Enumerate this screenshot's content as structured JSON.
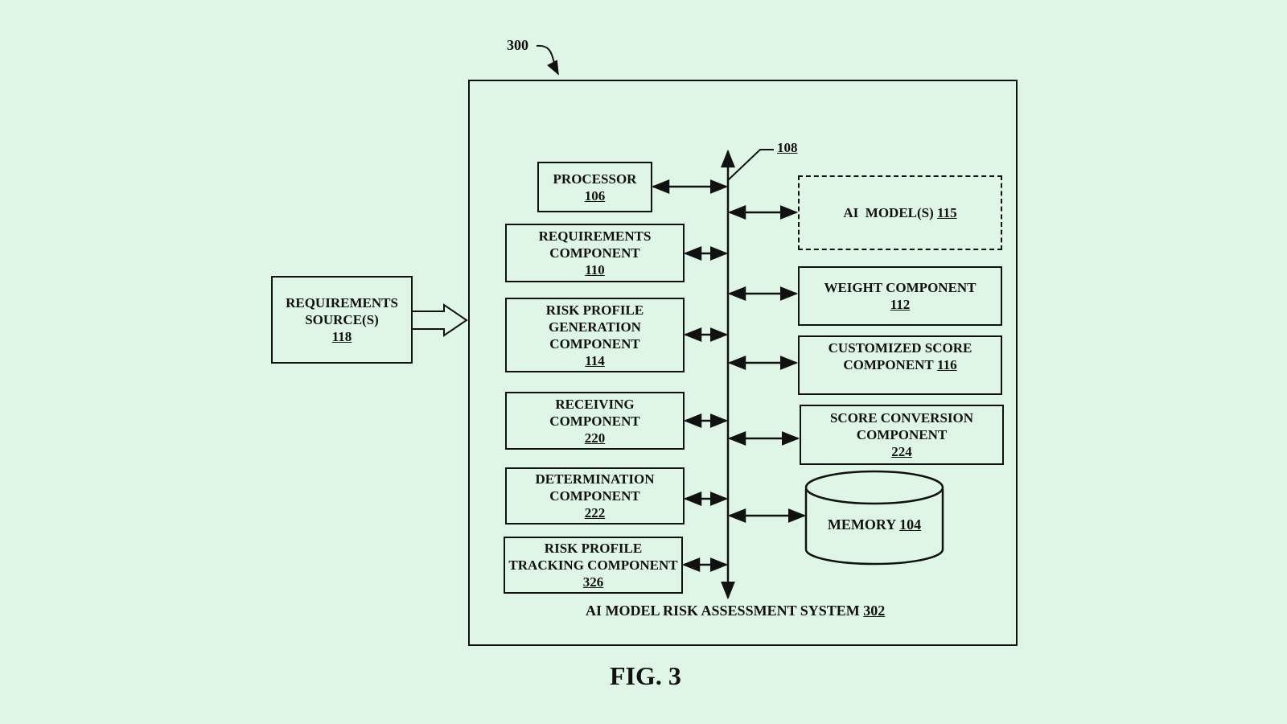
{
  "figure": {
    "number_ref": "300",
    "caption": "FIG. 3",
    "bus_ref": "108"
  },
  "system": {
    "label": "AI MODEL RISK ASSESSMENT SYSTEM",
    "ref": "302"
  },
  "external": {
    "line1": "REQUIREMENTS",
    "line2": "SOURCE(S)",
    "ref": "118"
  },
  "left_components": [
    {
      "line1": "PROCESSOR",
      "line2": "",
      "line3": "",
      "ref": "106"
    },
    {
      "line1": "REQUIREMENTS",
      "line2": "COMPONENT",
      "line3": "",
      "ref": "110"
    },
    {
      "line1": "RISK PROFILE",
      "line2": "GENERATION",
      "line3": "COMPONENT",
      "ref": "114"
    },
    {
      "line1": "RECEIVING",
      "line2": "COMPONENT",
      "line3": "",
      "ref": "220"
    },
    {
      "line1": "DETERMINATION",
      "line2": "COMPONENT",
      "line3": "",
      "ref": "222"
    },
    {
      "line1": "RISK PROFILE",
      "line2": "TRACKING COMPONENT",
      "line3": "",
      "ref": "326"
    }
  ],
  "right_components": [
    {
      "line1": "AI  MODEL(S)",
      "line2": "",
      "ref": "115"
    },
    {
      "line1": "WEIGHT COMPONENT",
      "line2": "",
      "ref": "112"
    },
    {
      "line1": "CUSTOMIZED SCORE",
      "line2": "COMPONENT",
      "ref": "116"
    },
    {
      "line1": "SCORE CONVERSION",
      "line2": "COMPONENT",
      "ref": "224"
    }
  ],
  "memory": {
    "label": "MEMORY",
    "ref": "104"
  }
}
